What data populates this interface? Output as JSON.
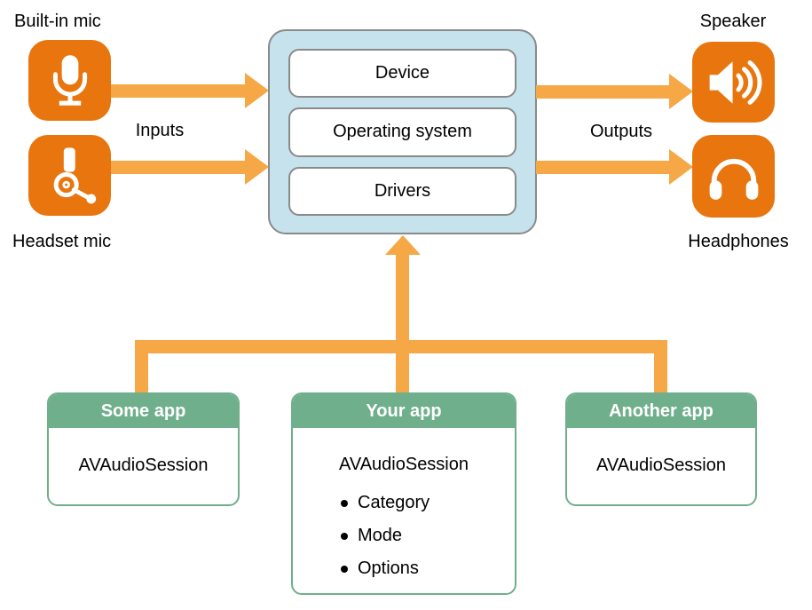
{
  "inputs": {
    "label": "Inputs",
    "devices": [
      {
        "name": "Built-in mic",
        "icon": "microphone-icon"
      },
      {
        "name": "Headset mic",
        "icon": "headset-mic-icon"
      }
    ]
  },
  "outputs": {
    "label": "Outputs",
    "devices": [
      {
        "name": "Speaker",
        "icon": "speaker-icon"
      },
      {
        "name": "Headphones",
        "icon": "headphones-icon"
      }
    ]
  },
  "system_stack": {
    "layers": [
      {
        "label": "Device"
      },
      {
        "label": "Operating system"
      },
      {
        "label": "Drivers"
      }
    ]
  },
  "apps": [
    {
      "title": "Some app",
      "class_name": "AVAudioSession",
      "bullets": []
    },
    {
      "title": "Your app",
      "class_name": "AVAudioSession",
      "bullets": [
        {
          "text": "Category"
        },
        {
          "text": "Mode"
        },
        {
          "text": "Options"
        }
      ]
    },
    {
      "title": "Another app",
      "class_name": "AVAudioSession",
      "bullets": []
    }
  ],
  "colors": {
    "device_tile_orange": "#E8750E",
    "arrow_orange": "#F5A845",
    "app_header_green": "#6FAF8B",
    "system_box_blue": "#C5E2ED",
    "border_gray": "#8A8A8A"
  }
}
